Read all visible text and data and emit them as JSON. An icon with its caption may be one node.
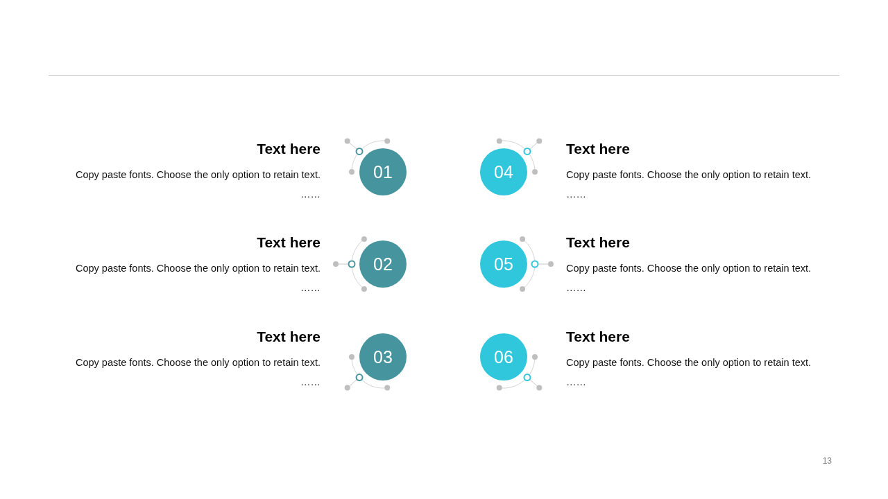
{
  "diagram": {
    "nodes": [
      {
        "text": [
          "01"
        ],
        "beside": [
          "Text here",
          "Copy paste fonts. Choose the only option to retain text. ……"
        ]
      },
      {
        "text": [
          "02"
        ],
        "beside": [
          "Text here",
          "Copy paste fonts. Choose the only option to retain text. ……"
        ]
      },
      {
        "text": [
          "03"
        ],
        "beside": [
          "Text here",
          "Copy paste fonts. Choose the only option to retain text. ……"
        ]
      },
      {
        "text": [
          "04"
        ],
        "beside": [
          "Text here",
          "Copy paste fonts. Choose the only option to retain text. ……"
        ]
      },
      {
        "text": [
          "05"
        ],
        "beside": [
          "Text here",
          "Copy paste fonts. Choose the only option to retain text. ……"
        ]
      },
      {
        "text": [
          "06"
        ],
        "beside": [
          "Text here",
          "Copy paste fonts. Choose the only option to retain text. ……"
        ]
      }
    ],
    "labels": [
      "13"
    ]
  }
}
